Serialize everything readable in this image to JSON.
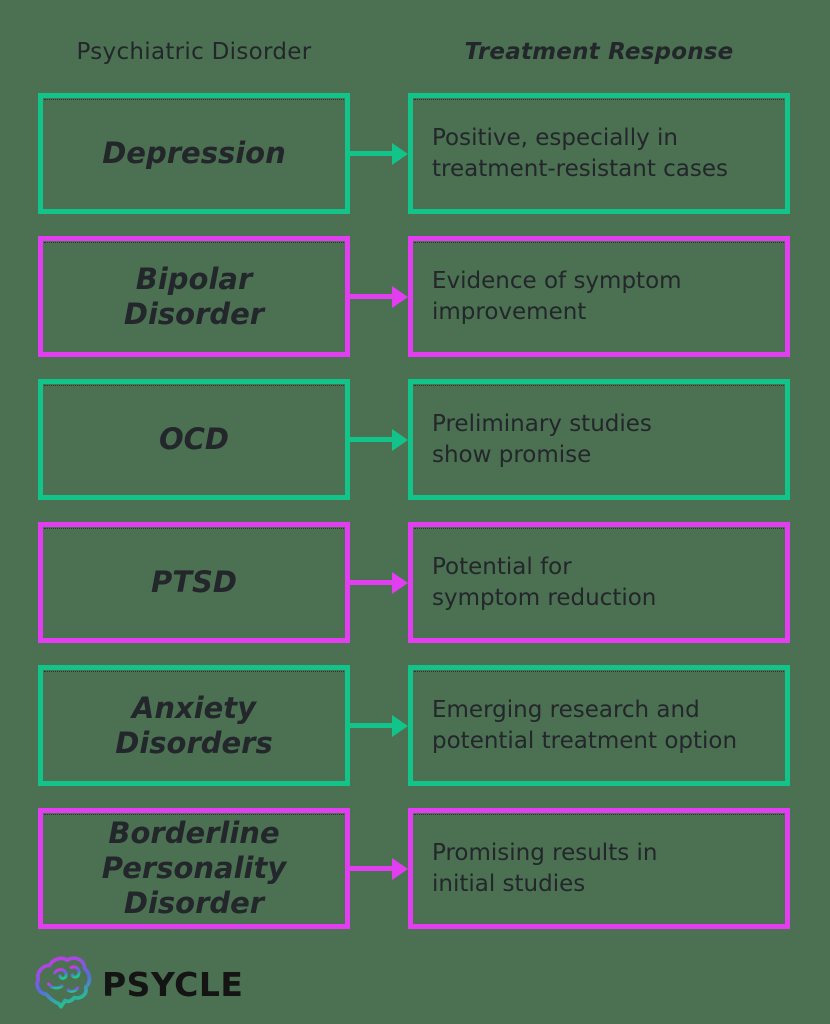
{
  "canvas": {
    "background": "#4b7052"
  },
  "colors": {
    "green": "#12c48a",
    "magenta": "#e23df0",
    "text_dark": "#23262a",
    "logo_black": "#141414"
  },
  "header": {
    "left": "Psychiatric Disorder",
    "right": "Treatment Response"
  },
  "rows": [
    {
      "disorder": "Depression",
      "response": "Positive, especially in\ntreatment-resistant cases",
      "accent": "green"
    },
    {
      "disorder": "Bipolar\nDisorder",
      "response": "Evidence of symptom\nimprovement",
      "accent": "magenta"
    },
    {
      "disorder": "OCD",
      "response": "Preliminary studies\nshow promise",
      "accent": "green"
    },
    {
      "disorder": "PTSD",
      "response": "Potential for\nsymptom reduction",
      "accent": "magenta"
    },
    {
      "disorder": "Anxiety\nDisorders",
      "response": "Emerging research and\npotential treatment option",
      "accent": "green"
    },
    {
      "disorder": "Borderline\nPersonality\nDisorder",
      "response": "Promising results in\ninitial studies",
      "accent": "magenta"
    }
  ],
  "logo": {
    "brand": "PSYCLE",
    "icon": "brain-icon",
    "gradient_top": "#c93ae2",
    "gradient_mid": "#5a6ae0",
    "gradient_bottom": "#1fc98c"
  }
}
